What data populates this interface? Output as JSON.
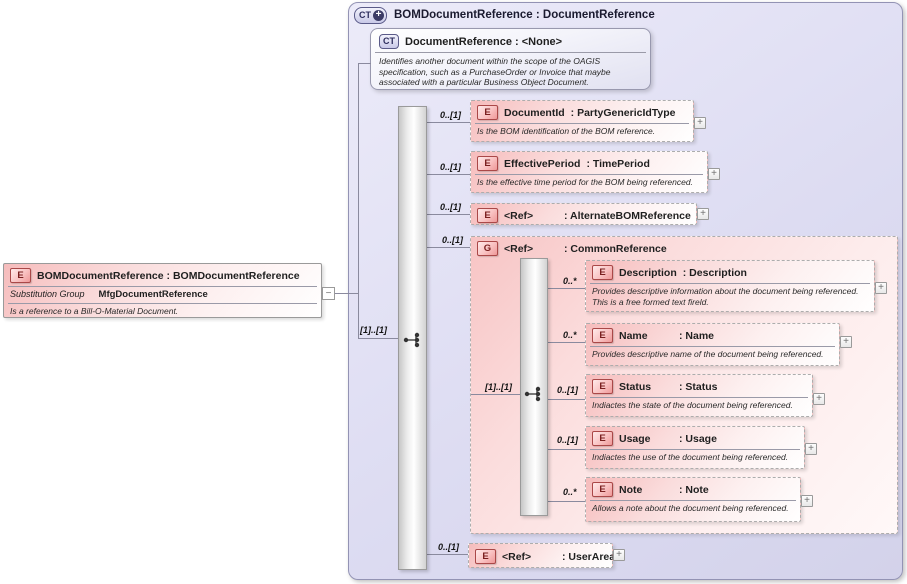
{
  "diagram": {
    "header": {
      "icon": "CT",
      "plus": "+",
      "title": "BOMDocumentReference : DocumentReference"
    },
    "type_box": {
      "icon": "CT",
      "title": "DocumentReference : <None>",
      "annotation": "Identifies another document within the scope of the OAGIS specification, such as a PurchaseOrder or Invoice that maybe associated with a particular Business Object Document."
    },
    "root_element": {
      "icon": "E",
      "title": "BOMDocumentReference : BOMDocumentReference",
      "substitution_label": "Substitution Group",
      "substitution_value": "MfgDocumentReference",
      "annotation": "Is a reference to a Bill-O-Material Document.",
      "collapse_glyph": "−"
    },
    "sequence_label": "[1]..[1]",
    "expand_glyph": "+",
    "elements": [
      {
        "icon": "E",
        "name": "DocumentId",
        "type_ref": ": PartyGenericIdType",
        "cardinality": "0..[1]",
        "annotation": "Is the BOM identification of the BOM reference."
      },
      {
        "icon": "E",
        "name": "EffectivePeriod",
        "type_ref": ": TimePeriod",
        "cardinality": "0..[1]",
        "annotation": "Is the effective time period for the BOM being referenced."
      },
      {
        "icon": "E",
        "name": "<Ref>",
        "type_ref": ": AlternateBOMReference",
        "cardinality": "0..[1]",
        "annotation": ""
      },
      {
        "icon": "E",
        "name": "<Ref>",
        "type_ref": ": UserArea",
        "cardinality": "0..[1]",
        "annotation": ""
      }
    ],
    "group": {
      "icon": "G",
      "name": "<Ref>",
      "type_ref": ": CommonReference",
      "cardinality": "0..[1]",
      "sequence_label": "[1]..[1]",
      "children": [
        {
          "icon": "E",
          "name": "Description",
          "type_ref": ": Description",
          "cardinality": "0..*",
          "annotation": "Provides descriptive information about the document being referenced. This is a free formed text fireld."
        },
        {
          "icon": "E",
          "name": "Name",
          "type_ref": ": Name",
          "cardinality": "0..*",
          "annotation": "Provides descriptive name of the document being referenced."
        },
        {
          "icon": "E",
          "name": "Status",
          "type_ref": ": Status",
          "cardinality": "0..[1]",
          "annotation": "Indiactes the state of the document being referenced."
        },
        {
          "icon": "E",
          "name": "Usage",
          "type_ref": ": Usage",
          "cardinality": "0..[1]",
          "annotation": "Indiactes the use of the document being referenced."
        },
        {
          "icon": "E",
          "name": "Note",
          "type_ref": ": Note",
          "cardinality": "0..*",
          "annotation": "Allows a note about the document being referenced."
        }
      ]
    }
  }
}
